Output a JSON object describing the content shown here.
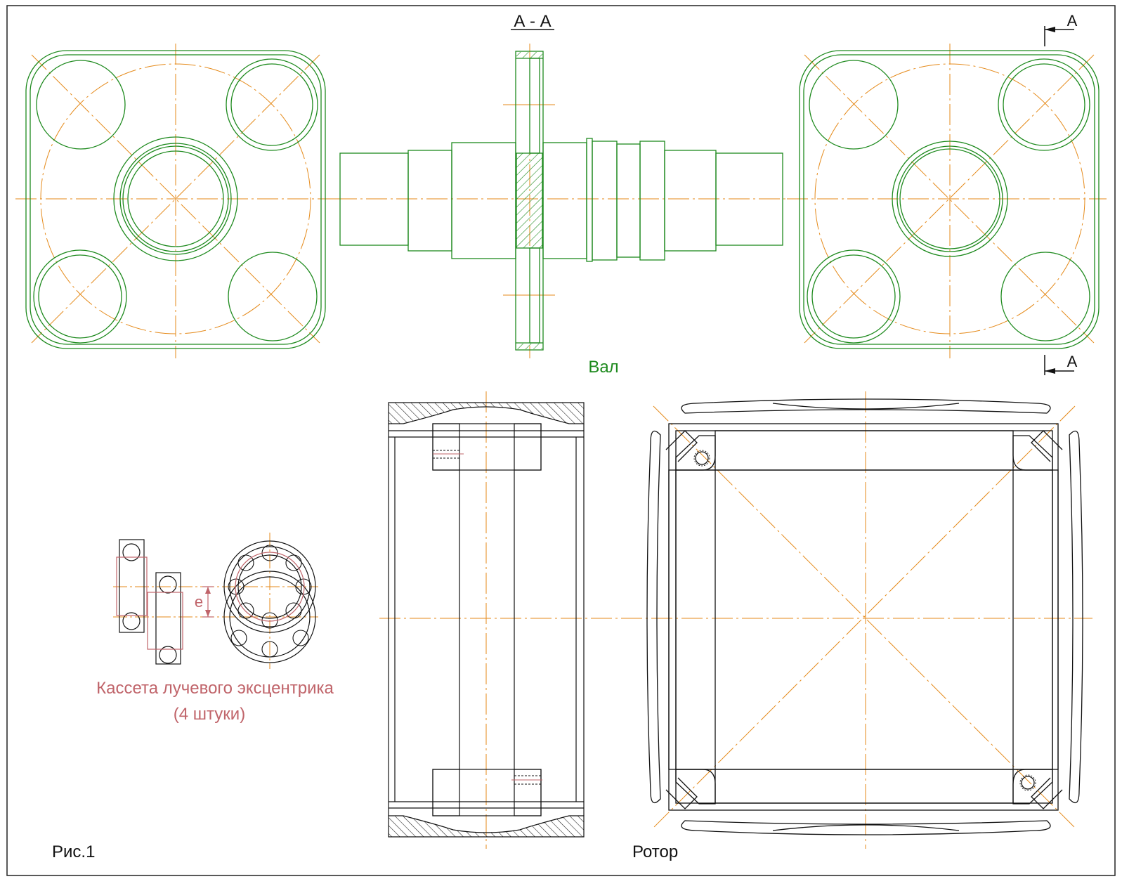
{
  "labels": {
    "section_title": "А - А",
    "section_mark_top": "А",
    "section_mark_bottom": "А",
    "shaft_caption": "Вал",
    "eccentric_letter": "e",
    "cassette_caption_line1": "Кассета лучевого эксцентрика",
    "cassette_caption_line2": "(4 штуки)",
    "figure_label": "Рис.1",
    "rotor_caption": "Ротор"
  },
  "colors": {
    "frame": "#222222",
    "part_green": "#1e8a1e",
    "axis_orange": "#e58a1a",
    "cassette_red": "#c0646a",
    "rotor_black": "#1a1a1a",
    "text_black": "#111111",
    "text_green": "#1e8a1e"
  }
}
